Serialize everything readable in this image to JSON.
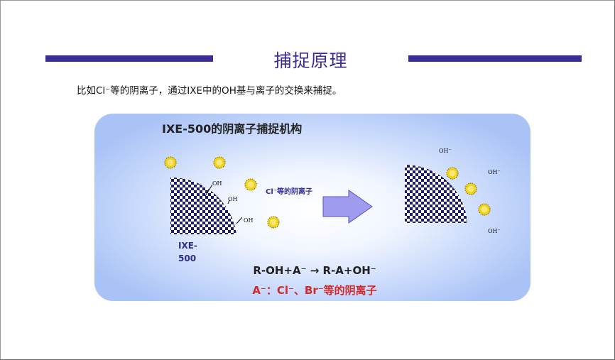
{
  "slide": {
    "title": "捕捉原理",
    "intro": "比如Cl⁻等的阴离子，通过IXE中的OH基与离子的交换来捕捉。"
  },
  "diagram": {
    "heading": "IXE-500的阴离子捕捉机构",
    "material_label": "IXE-500",
    "ion_label": "Cl⁻等的阴离子",
    "left_group_labels": [
      "OH",
      "OH",
      "OH"
    ],
    "right_free_labels": [
      "OH⁻",
      "OH⁻",
      "OH⁻"
    ],
    "equation": "R-OH+A⁻ → R-A+OH⁻",
    "anion_note": "A⁻：Cl⁻、Br⁻等的阴离子",
    "colors": {
      "accent_bar": "#3b2e96",
      "title_text": "#3b2e96",
      "ion_fill": "#f1d21a",
      "arrow_fill": "#9f9cf0",
      "note_text": "#d02a2a"
    }
  }
}
